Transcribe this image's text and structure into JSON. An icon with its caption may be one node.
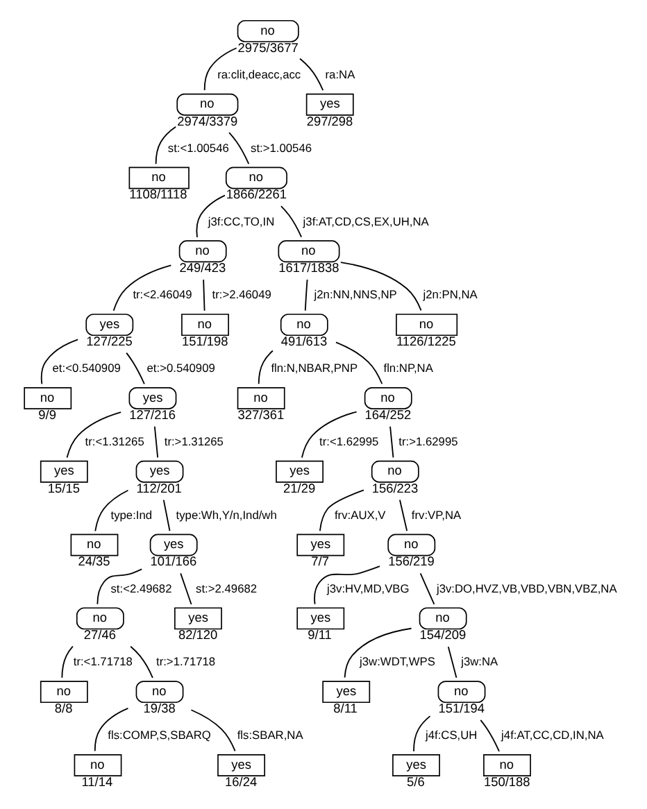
{
  "diagram": {
    "nodes": [
      {
        "text": [
          "no"
        ],
        "beside": [
          "2975/3677"
        ]
      },
      {
        "text": [
          "no"
        ],
        "beside": [
          "2974/3379"
        ]
      },
      {
        "text": [
          "yes"
        ],
        "beside": [
          "297/298"
        ]
      },
      {
        "text": [
          "no"
        ],
        "beside": [
          "1108/1118"
        ]
      },
      {
        "text": [
          "no"
        ],
        "beside": [
          "1866/2261"
        ]
      },
      {
        "text": [
          "no"
        ],
        "beside": [
          "249/423"
        ]
      },
      {
        "text": [
          "no"
        ],
        "beside": [
          "1617/1838"
        ]
      },
      {
        "text": [
          "yes"
        ],
        "beside": [
          "127/225"
        ]
      },
      {
        "text": [
          "no"
        ],
        "beside": [
          "151/198"
        ]
      },
      {
        "text": [
          "no"
        ],
        "beside": [
          "491/613"
        ]
      },
      {
        "text": [
          "no"
        ],
        "beside": [
          "1126/1225"
        ]
      },
      {
        "text": [
          "no"
        ],
        "beside": [
          "9/9"
        ]
      },
      {
        "text": [
          "yes"
        ],
        "beside": [
          "127/216"
        ]
      },
      {
        "text": [
          "no"
        ],
        "beside": [
          "327/361"
        ]
      },
      {
        "text": [
          "no"
        ],
        "beside": [
          "164/252"
        ]
      },
      {
        "text": [
          "yes"
        ],
        "beside": [
          "15/15"
        ]
      },
      {
        "text": [
          "yes"
        ],
        "beside": [
          "112/201"
        ]
      },
      {
        "text": [
          "yes"
        ],
        "beside": [
          "21/29"
        ]
      },
      {
        "text": [
          "no"
        ],
        "beside": [
          "156/223"
        ]
      },
      {
        "text": [
          "no"
        ],
        "beside": [
          "24/35"
        ]
      },
      {
        "text": [
          "yes"
        ],
        "beside": [
          "101/166"
        ]
      },
      {
        "text": [
          "yes"
        ],
        "beside": [
          "7/7"
        ]
      },
      {
        "text": [
          "no"
        ],
        "beside": [
          "156/219"
        ]
      },
      {
        "text": [
          "no"
        ],
        "beside": [
          "27/46"
        ]
      },
      {
        "text": [
          "yes"
        ],
        "beside": [
          "82/120"
        ]
      },
      {
        "text": [
          "yes"
        ],
        "beside": [
          "9/11"
        ]
      },
      {
        "text": [
          "no"
        ],
        "beside": [
          "154/209"
        ]
      },
      {
        "text": [
          "no"
        ],
        "beside": [
          "8/8"
        ]
      },
      {
        "text": [
          "no"
        ],
        "beside": [
          "19/38"
        ]
      },
      {
        "text": [
          "yes"
        ],
        "beside": [
          "8/11"
        ]
      },
      {
        "text": [
          "no"
        ],
        "beside": [
          "151/194"
        ]
      },
      {
        "text": [
          "no"
        ],
        "beside": [
          "11/14"
        ]
      },
      {
        "text": [
          "yes"
        ],
        "beside": [
          "16/24"
        ]
      },
      {
        "text": [
          "yes"
        ],
        "beside": [
          "5/6"
        ]
      },
      {
        "text": [
          "no"
        ],
        "beside": [
          "150/188"
        ]
      }
    ],
    "edges": [
      {
        "from": 0,
        "to": 1,
        "arrow": "none",
        "label": "ra:clit,deacc,acc"
      },
      {
        "from": 0,
        "to": 2,
        "arrow": "none",
        "label": "ra:NA"
      },
      {
        "from": 1,
        "to": 3,
        "arrow": "none",
        "label": "st:<1.00546"
      },
      {
        "from": 1,
        "to": 4,
        "arrow": "none",
        "label": "st:>1.00546"
      },
      {
        "from": 4,
        "to": 5,
        "arrow": "none",
        "label": "j3f:CC,TO,IN"
      },
      {
        "from": 4,
        "to": 6,
        "arrow": "none",
        "label": "j3f:AT,CD,CS,EX,UH,NA"
      },
      {
        "from": 5,
        "to": 7,
        "arrow": "none",
        "label": "tr:<2.46049"
      },
      {
        "from": 5,
        "to": 8,
        "arrow": "none",
        "label": "tr:>2.46049"
      },
      {
        "from": 6,
        "to": 9,
        "arrow": "none",
        "label": "j2n:NN,NNS,NP"
      },
      {
        "from": 6,
        "to": 10,
        "arrow": "none",
        "label": "j2n:PN,NA"
      },
      {
        "from": 7,
        "to": 11,
        "arrow": "none",
        "label": "et:<0.540909"
      },
      {
        "from": 7,
        "to": 12,
        "arrow": "none",
        "label": "et:>0.540909"
      },
      {
        "from": 9,
        "to": 13,
        "arrow": "none",
        "label": "fln:N,NBAR,PNP"
      },
      {
        "from": 9,
        "to": 14,
        "arrow": "none",
        "label": "fln:NP,NA"
      },
      {
        "from": 12,
        "to": 15,
        "arrow": "none",
        "label": "tr:<1.31265"
      },
      {
        "from": 12,
        "to": 16,
        "arrow": "none",
        "label": "tr:>1.31265"
      },
      {
        "from": 14,
        "to": 17,
        "arrow": "none",
        "label": "tr:<1.62995"
      },
      {
        "from": 14,
        "to": 18,
        "arrow": "none",
        "label": "tr:>1.62995"
      },
      {
        "from": 16,
        "to": 19,
        "arrow": "none",
        "label": "type:Ind"
      },
      {
        "from": 16,
        "to": 20,
        "arrow": "none",
        "label": "type:Wh,Y/n,Ind/wh"
      },
      {
        "from": 18,
        "to": 21,
        "arrow": "none",
        "label": "frv:AUX,V"
      },
      {
        "from": 18,
        "to": 22,
        "arrow": "none",
        "label": "frv:VP,NA"
      },
      {
        "from": 20,
        "to": 23,
        "arrow": "none",
        "label": "st:<2.49682"
      },
      {
        "from": 20,
        "to": 24,
        "arrow": "none",
        "label": "st:>2.49682"
      },
      {
        "from": 22,
        "to": 25,
        "arrow": "none",
        "label": "j3v:HV,MD,VBG"
      },
      {
        "from": 22,
        "to": 26,
        "arrow": "none",
        "label": "j3v:DO,HVZ,VB,VBD,VBN,VBZ,NA"
      },
      {
        "from": 23,
        "to": 27,
        "arrow": "none",
        "label": "tr:<1.71718"
      },
      {
        "from": 23,
        "to": 28,
        "arrow": "none",
        "label": "tr:>1.71718"
      },
      {
        "from": 26,
        "to": 29,
        "arrow": "none",
        "label": "j3w:WDT,WPS"
      },
      {
        "from": 26,
        "to": 30,
        "arrow": "none",
        "label": "j3w:NA"
      },
      {
        "from": 28,
        "to": 31,
        "arrow": "none",
        "label": "fls:COMP,S,SBARQ"
      },
      {
        "from": 28,
        "to": 32,
        "arrow": "none",
        "label": "fls:SBAR,NA"
      },
      {
        "from": 30,
        "to": 33,
        "arrow": "none",
        "label": "j4f:CS,UH"
      },
      {
        "from": 30,
        "to": 34,
        "arrow": "none",
        "label": "j4f:AT,CC,CD,IN,NA"
      }
    ]
  }
}
